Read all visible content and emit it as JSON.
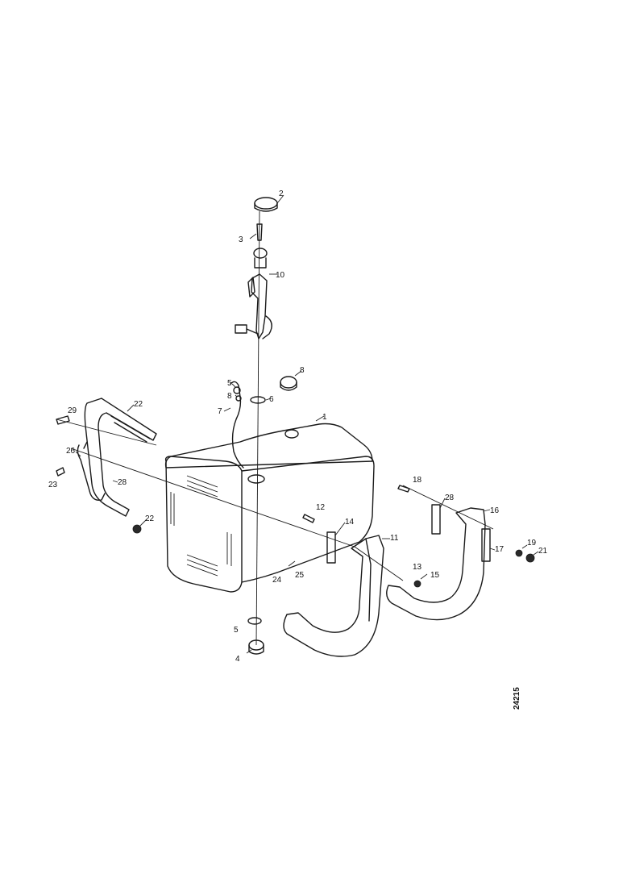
{
  "diagram": {
    "callouts": [
      {
        "id": "c2",
        "text": "2"
      },
      {
        "id": "c3",
        "text": "3"
      },
      {
        "id": "c10",
        "text": "10"
      },
      {
        "id": "c5a",
        "text": "5"
      },
      {
        "id": "c8a",
        "text": "8"
      },
      {
        "id": "c6",
        "text": "6"
      },
      {
        "id": "c7",
        "text": "7"
      },
      {
        "id": "c8b",
        "text": "8"
      },
      {
        "id": "c1",
        "text": "1"
      },
      {
        "id": "c29",
        "text": "29"
      },
      {
        "id": "c22a",
        "text": "22"
      },
      {
        "id": "c26",
        "text": "26"
      },
      {
        "id": "c28a",
        "text": "28"
      },
      {
        "id": "c23",
        "text": "23"
      },
      {
        "id": "c22b",
        "text": "22"
      },
      {
        "id": "c12",
        "text": "12"
      },
      {
        "id": "c14",
        "text": "14"
      },
      {
        "id": "c11",
        "text": "11"
      },
      {
        "id": "c18",
        "text": "18"
      },
      {
        "id": "c28b",
        "text": "28"
      },
      {
        "id": "c16",
        "text": "16"
      },
      {
        "id": "c17",
        "text": "17"
      },
      {
        "id": "c19",
        "text": "19"
      },
      {
        "id": "c21",
        "text": "21"
      },
      {
        "id": "c13",
        "text": "13"
      },
      {
        "id": "c15",
        "text": "15"
      },
      {
        "id": "c24",
        "text": "24"
      },
      {
        "id": "c25",
        "text": "25"
      },
      {
        "id": "c5b",
        "text": "5"
      },
      {
        "id": "c4",
        "text": "4"
      }
    ],
    "drawing_number": "24215"
  }
}
